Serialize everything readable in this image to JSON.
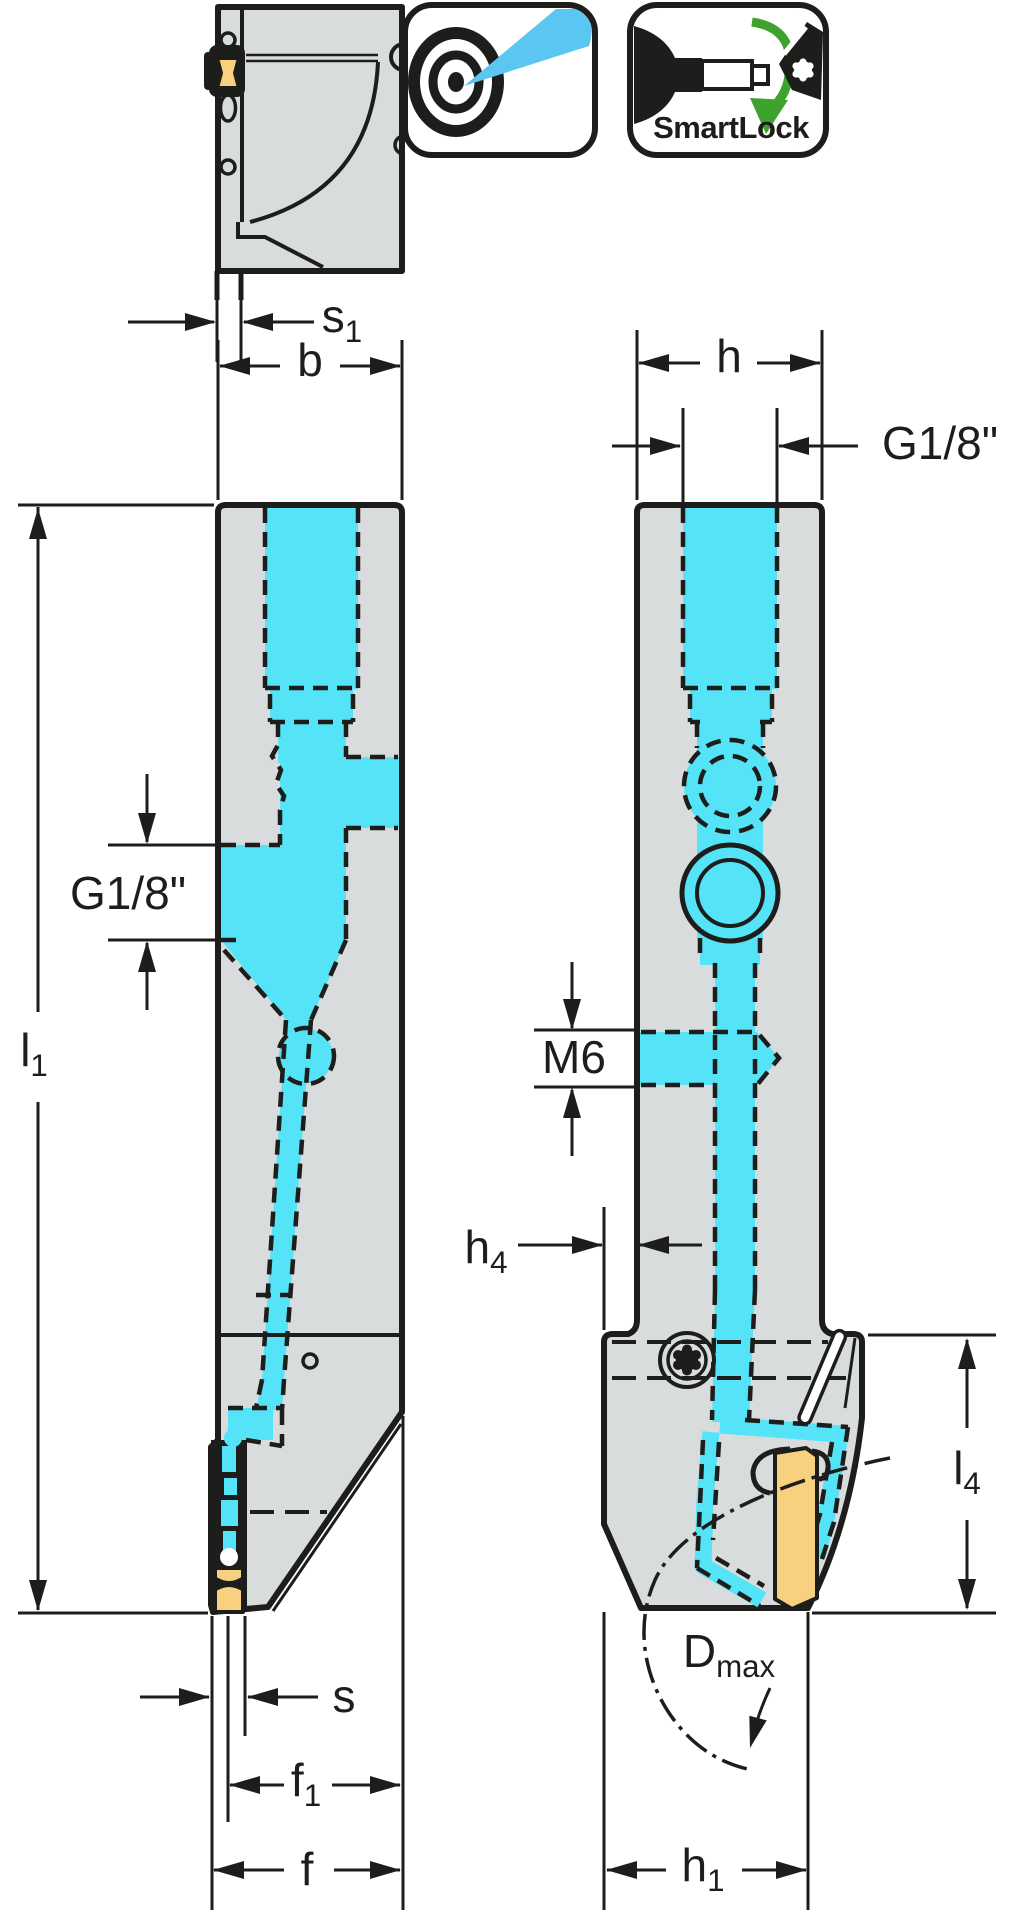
{
  "title": "Tool holder technical drawing with coolant channels",
  "colors": {
    "ink": "#1d1d1b",
    "body_gray": "#d8dcdd",
    "coolant_cyan": "#54e3f7",
    "insert_gold": "#f8d180",
    "icon_blue": "#5bc6f2",
    "icon_green": "#3da32c"
  },
  "icons": {
    "coolant": {
      "name": "precision-coolant-target-icon"
    },
    "smartlock": {
      "label": "SmartLock"
    }
  },
  "dimensions": {
    "s1": {
      "main": "s",
      "sub": "1"
    },
    "b": {
      "main": "b",
      "sub": ""
    },
    "h": {
      "main": "h",
      "sub": ""
    },
    "g18_right": {
      "main": "G1/8\"",
      "sub": ""
    },
    "g18_left": {
      "main": "G1/8\"",
      "sub": ""
    },
    "l1": {
      "main": "l",
      "sub": "1"
    },
    "m6": {
      "main": "M6",
      "sub": ""
    },
    "h4": {
      "main": "h",
      "sub": "4"
    },
    "l4": {
      "main": "l",
      "sub": "4"
    },
    "s": {
      "main": "s",
      "sub": ""
    },
    "f1": {
      "main": "f",
      "sub": "1"
    },
    "f": {
      "main": "f",
      "sub": ""
    },
    "h1": {
      "main": "h",
      "sub": "1"
    },
    "dmax": {
      "main": "D",
      "sub": "max"
    }
  }
}
